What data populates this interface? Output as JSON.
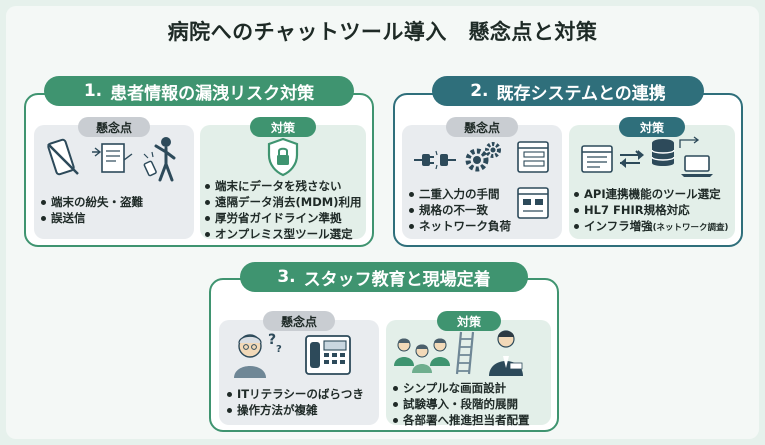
{
  "title": "病院へのチャットツール導入　懸念点と対策",
  "sections": [
    {
      "number": "1.",
      "title": "患者情報の漏洩リスク対策",
      "concern_label": "懸念点",
      "concerns": [
        "端末の紛失・盗難",
        "誤送信"
      ],
      "measure_label": "対策",
      "measures": [
        "端末にデータを残さない",
        "遠隔データ消去(MDM)利用",
        "厚労省ガイドライン準拠",
        "オンプレミス型ツール選定"
      ]
    },
    {
      "number": "2.",
      "title": "既存システムとの連携",
      "concern_label": "懸念点",
      "concerns": [
        "二重入力の手間",
        "規格の不一致",
        "ネットワーク負荷"
      ],
      "measure_label": "対策",
      "measures": [
        "API連携機能のツール選定",
        "HL7 FHIR規格対応"
      ],
      "measure_last": "インフラ増強",
      "measure_last_note": "(ネットワーク調査)"
    },
    {
      "number": "3.",
      "title": "スタッフ教育と現場定着",
      "concern_label": "懸念点",
      "concerns": [
        "ITリテラシーのばらつき",
        "操作方法が複雑"
      ],
      "measure_label": "対策",
      "measures": [
        "シンプルな画面設計",
        "試験導入・段階的展開",
        "各部署へ推進担当者配置"
      ]
    }
  ],
  "icons": {
    "s1_concern": [
      "phone-crossed-icon",
      "document-send-icon",
      "person-dropping-phone-icon"
    ],
    "s1_measure": [
      "shield-lock-icon"
    ],
    "s2_concern": [
      "unplugged-plug-icon",
      "gears-icon",
      "form-window-icon",
      "screen-window-icon"
    ],
    "s2_measure": [
      "browser-window-icon",
      "exchange-arrows-icon",
      "database-icon",
      "laptop-icon"
    ],
    "s3_concern": [
      "confused-elderly-person-icon",
      "desk-phone-icon"
    ],
    "s3_measure": [
      "staff-group-icon",
      "ladder-icon",
      "person-with-badge-icon"
    ]
  },
  "colors": {
    "green": "#3f9470",
    "teal": "#2f6f7b",
    "gray_panel": "#e9ecef",
    "green_panel": "#e3efe9"
  }
}
